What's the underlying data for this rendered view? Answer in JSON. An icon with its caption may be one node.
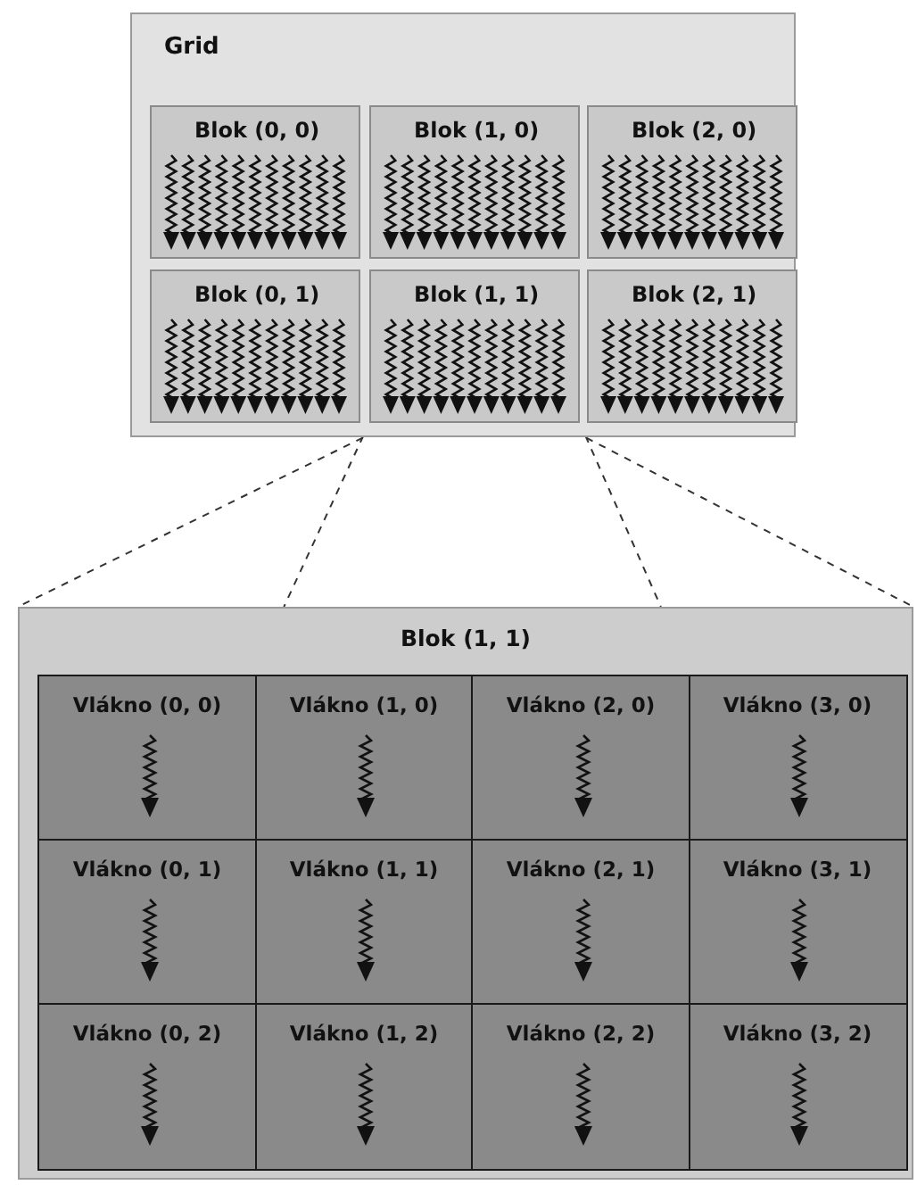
{
  "diagram": {
    "nodes": [
      {
        "text": [
          "Grid"
        ]
      },
      {
        "text": [
          "Blok (0, 0)"
        ],
        "in": 0
      },
      {
        "text": [
          "Blok (1, 0)"
        ],
        "in": 0
      },
      {
        "text": [
          "Blok (2, 0)"
        ],
        "in": 0
      },
      {
        "text": [
          "Blok (0, 1)"
        ],
        "in": 0
      },
      {
        "text": [
          "Blok (1, 1)"
        ],
        "in": 0
      },
      {
        "text": [
          "Blok (2, 1)"
        ],
        "in": 0
      },
      {
        "text": [
          "Blok (1, 1)"
        ]
      },
      {
        "text": [
          "Vlákno (0, 0)"
        ],
        "in": 7
      },
      {
        "text": [
          "Vlákno (1, 0)"
        ],
        "in": 7
      },
      {
        "text": [
          "Vlákno (2, 0)"
        ],
        "in": 7
      },
      {
        "text": [
          "Vlákno (3, 0)"
        ],
        "in": 7
      },
      {
        "text": [
          "Vlákno (0, 1)"
        ],
        "in": 7
      },
      {
        "text": [
          "Vlákno (1, 1)"
        ],
        "in": 7
      },
      {
        "text": [
          "Vlákno (2, 1)"
        ],
        "in": 7
      },
      {
        "text": [
          "Vlákno (3, 1)"
        ],
        "in": 7
      },
      {
        "text": [
          "Vlákno (0, 2)"
        ],
        "in": 7
      },
      {
        "text": [
          "Vlákno (1, 2)"
        ],
        "in": 7
      },
      {
        "text": [
          "Vlákno (2, 2)"
        ],
        "in": 7
      },
      {
        "text": [
          "Vlákno (3, 2)"
        ],
        "in": 7
      }
    ],
    "edges": [
      {
        "from": 5,
        "to": 7,
        "arrow": "none",
        "style": "dashed"
      },
      {
        "from": 5,
        "to": 7,
        "arrow": "none",
        "style": "dashed"
      },
      {
        "from": 5,
        "to": 7,
        "arrow": "none",
        "style": "dashed"
      },
      {
        "from": 5,
        "to": 7,
        "arrow": "none",
        "style": "dashed"
      }
    ]
  }
}
